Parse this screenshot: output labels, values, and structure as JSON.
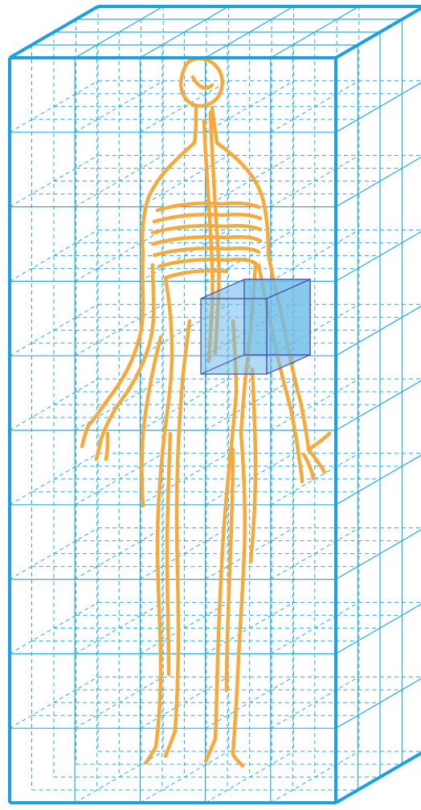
{
  "diagram": {
    "subject": "human-figure-in-voxel-grid",
    "grid_columns": 5,
    "grid_rows": 10,
    "grid_depth": 4,
    "colors": {
      "background": "#ffffff",
      "grid_line": "#29abe2",
      "box_edge": "#1ba1e2",
      "figure": "#f7a93a",
      "highlight_cube_fill": "#6fbde8",
      "highlight_cube_edge": "#4b4fb0"
    }
  }
}
